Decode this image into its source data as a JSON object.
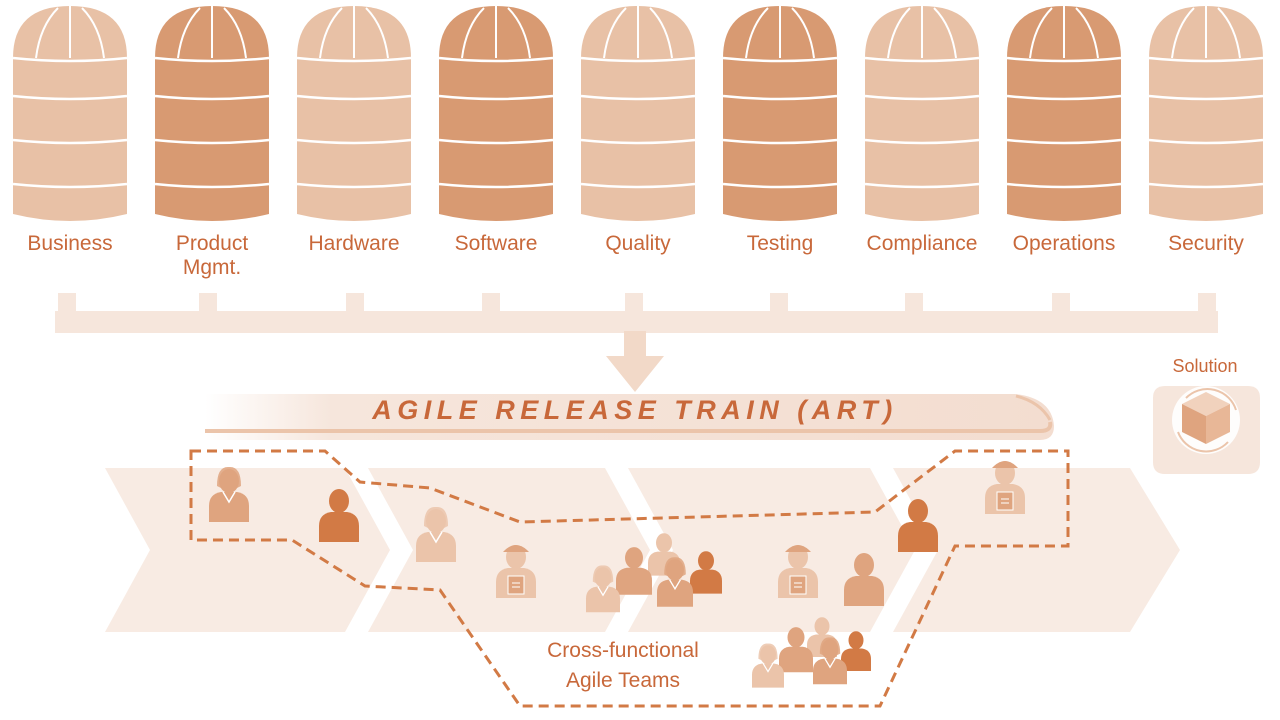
{
  "silos": [
    {
      "label": "Business",
      "shade": "light"
    },
    {
      "label": "Product\nMgmt.",
      "shade": "dark"
    },
    {
      "label": "Hardware",
      "shade": "light"
    },
    {
      "label": "Software",
      "shade": "dark"
    },
    {
      "label": "Quality",
      "shade": "light"
    },
    {
      "label": "Testing",
      "shade": "dark"
    },
    {
      "label": "Compliance",
      "shade": "light"
    },
    {
      "label": "Operations",
      "shade": "dark"
    },
    {
      "label": "Security",
      "shade": "light"
    }
  ],
  "train": {
    "title": "AGILE RELEASE TRAIN (ART)"
  },
  "teams": {
    "label_line1": "Cross-functional",
    "label_line2": "Agile Teams"
  },
  "solution": {
    "label": "Solution"
  },
  "colors": {
    "silo_light": "#e8c1a6",
    "silo_dark": "#d89a72",
    "accent": "#c8683a",
    "pale": "#f6e6dc",
    "person_dark": "#d27a45",
    "person_mid": "#dfa47f",
    "person_light": "#ebc4aa"
  }
}
